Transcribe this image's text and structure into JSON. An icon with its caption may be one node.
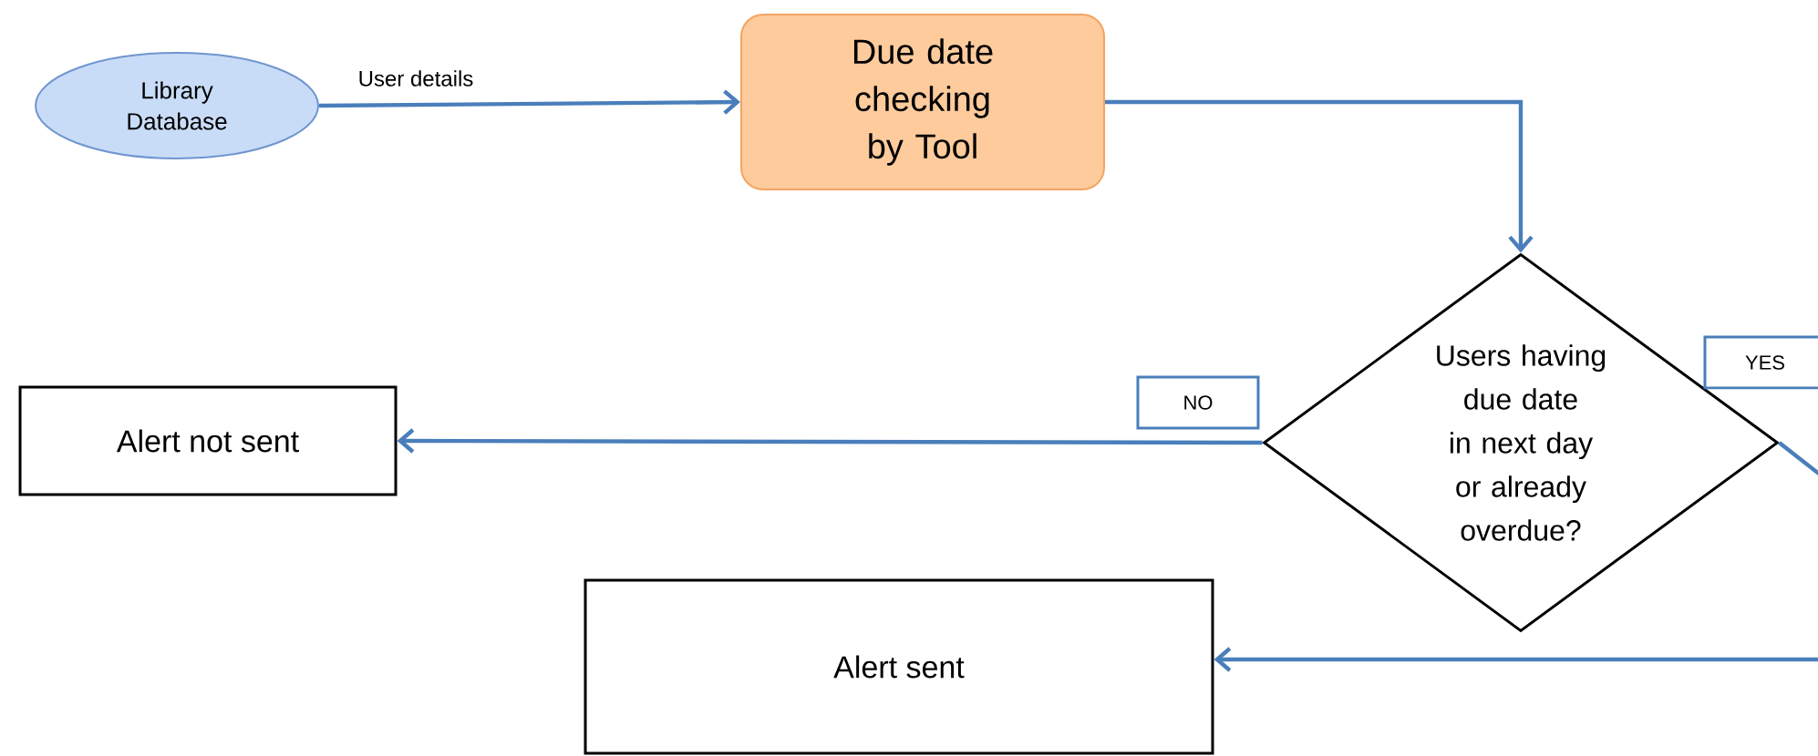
{
  "diagram": {
    "nodes": [
      {
        "text": [
          "Library Database"
        ]
      },
      {
        "text": [
          "Due date checking by Tool"
        ]
      },
      {
        "text": [
          "Users having due date in next day or already overdue?"
        ]
      },
      {
        "text": [
          "Alert not sent"
        ]
      },
      {
        "text": [
          "Alert sent"
        ]
      }
    ],
    "edges": [
      {
        "from": 0,
        "to": 1,
        "arrow": "to",
        "label": "User details"
      },
      {
        "from": 1,
        "to": 2,
        "arrow": "to"
      },
      {
        "from": 2,
        "to": 3,
        "arrow": "to",
        "label": "NO"
      },
      {
        "from": 2,
        "to": 4,
        "arrow": "to",
        "label": "YES"
      }
    ]
  }
}
